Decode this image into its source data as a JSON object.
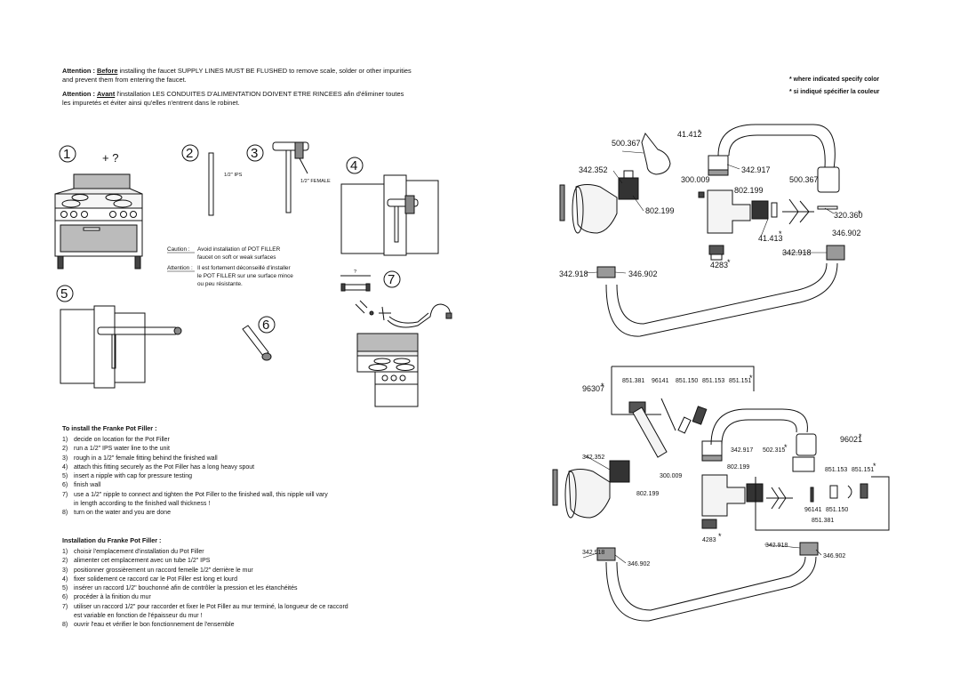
{
  "attention": {
    "en_label": "Attention :",
    "en_emph": "Before",
    "en_line1": "installing the faucet SUPPLY LINES MUST BE FLUSHED to remove scale, solder or other impurities",
    "en_line2": "and prevent them from entering the faucet.",
    "fr_label": "Attention :",
    "fr_emph": "Avant",
    "fr_line1": "l'installation LES CONDUITES D'ALIMENTATION DOIVENT ETRE RINCEES afin d'éliminer toutes",
    "fr_line2": "les impuretés et éviter ainsi qu'elles n'entrent dans le robinet."
  },
  "color_note": {
    "en": "* where indicated specify color",
    "fr": "* si indiqué spécifier la couleur"
  },
  "steps_figure": {
    "step_numbers": [
      "1",
      "2",
      "3",
      "4",
      "5",
      "6",
      "7"
    ],
    "plus_question": "+ ?",
    "ips_label": "1/2\" IPS",
    "female_label": "1/2\" FEMALE",
    "nipple_label": "?",
    "caution_label": "Caution :",
    "caution_line1": "Avoid installation of POT FILLER",
    "caution_line2": "faucet on soft or weak surfaces",
    "attention_label": "Attention :",
    "attention_line1": "Il est fortement déconseillé d'installer",
    "attention_line2": "le POT FILLER sur une surface mince",
    "attention_line3": "ou peu résistante."
  },
  "install_en": {
    "title": "To install the Franke Pot Filler :",
    "steps": [
      {
        "n": "1)",
        "text": "decide on location for the Pot Filler"
      },
      {
        "n": "2)",
        "text": "run a 1/2\" IPS water line to the unit"
      },
      {
        "n": "3)",
        "text": "rough in a 1/2\" female fitting behind the finished wall"
      },
      {
        "n": "4)",
        "text": "attach this fitting securely as the Pot Filler has a long heavy spout"
      },
      {
        "n": "5)",
        "text": "insert a nipple with cap for pressure testing"
      },
      {
        "n": "6)",
        "text": "finish wall"
      },
      {
        "n": "7)",
        "text": "use a 1/2\" nipple to connect and tighten the Pot Filler to the finished wall, this nipple will vary"
      },
      {
        "n": "",
        "text": "in length according to the finished wall thickness !"
      },
      {
        "n": "8)",
        "text": "turn on the water and you are done"
      }
    ]
  },
  "install_fr": {
    "title": "Installation du Franke Pot Filler :",
    "steps": [
      {
        "n": "1)",
        "text": "choisir l'emplacement d'installation du Pot Filler"
      },
      {
        "n": "2)",
        "text": "alimenter cet emplacement avec un tube 1/2\" IPS"
      },
      {
        "n": "3)",
        "text": "positionner grossièrement un raccord femelle 1/2\" derrière le mur"
      },
      {
        "n": "4)",
        "text": "fixer solidement ce raccord car le Pot Filler est long et lourd"
      },
      {
        "n": "5)",
        "text": "insérer un raccord 1/2\" bouchonné afin de contrôler la pression et les étanchéités"
      },
      {
        "n": "6)",
        "text": "procéder à la finition du mur"
      },
      {
        "n": "7)",
        "text": "utiliser un raccord 1/2\" pour raccorder et fixer le Pot Filler au mur terminé, la longueur de ce raccord"
      },
      {
        "n": "",
        "text": "est variable en fonction de l'épaisseur du mur !"
      },
      {
        "n": "8)",
        "text": "ouvrir l'eau et vérifier le bon fonctionnement de l'ensemble"
      }
    ]
  },
  "parts_top": {
    "p500367a": "500.367",
    "p41412": "41.412",
    "star": "*",
    "p342352": "342.352",
    "p342917": "342.917",
    "p300009": "300.009",
    "p500367b": "500.367",
    "p802199a": "802.199",
    "p802199b": "802.199",
    "p320360": "320.360",
    "p41413": "41.413",
    "p346902a": "346.902",
    "p342918a": "342.918",
    "p4283": "4283",
    "p342918b": "342.918",
    "p346902b": "346.902"
  },
  "parts_bottom": {
    "p96307": "96307",
    "p851381a": "851.381",
    "p96141a": "96141",
    "p851150a": "851.150",
    "p851153a": "851.153",
    "p851151a": "851.151",
    "p96021": "96021",
    "p342352": "342.352",
    "p342917": "342.917",
    "p502315": "502.315",
    "p300009": "300.009",
    "p802199a": "802.199",
    "p802199b": "802.199",
    "p851153b": "851.153",
    "p851151b": "851.151",
    "p96141b": "96141",
    "p851150b": "851.150",
    "p851381b": "851.381",
    "p4283": "4283",
    "p342918a": "342.918",
    "p346902a": "346.902",
    "p342918b": "342.918",
    "p346902b": "346.902"
  }
}
